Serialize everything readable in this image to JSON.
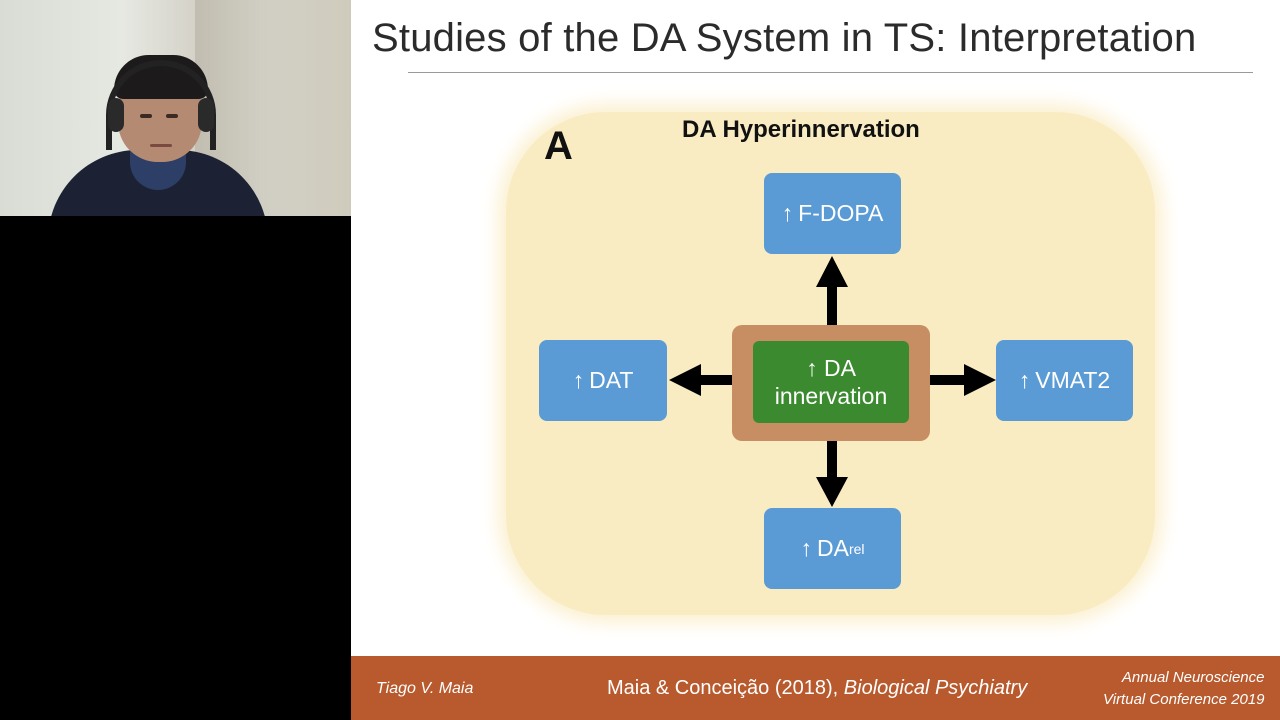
{
  "slide": {
    "title": "Studies of the DA System in TS: Interpretation",
    "figure": {
      "panel_letter": "A",
      "heading": "DA Hyperinnervation",
      "up_arrow": "↑",
      "center_line1": "DA",
      "center_line2": "innervation",
      "node_top": "F-DOPA",
      "node_left": "DAT",
      "node_right": "VMAT2",
      "node_bottom_main": "DA",
      "node_bottom_sub": "rel"
    }
  },
  "footer": {
    "author": "Tiago V. Maia",
    "citation": "Maia & Conceição (2018), ",
    "journal": "Biological Psychiatry",
    "conference_line1": "Annual Neuroscience",
    "conference_line2": "Virtual Conference 2019"
  },
  "colors": {
    "node_blue": "#5b9bd5",
    "center_green": "#3b8a2f",
    "center_border": "#c88e63",
    "figure_background": "#faecc2",
    "footer_bar": "#b85a2d"
  }
}
